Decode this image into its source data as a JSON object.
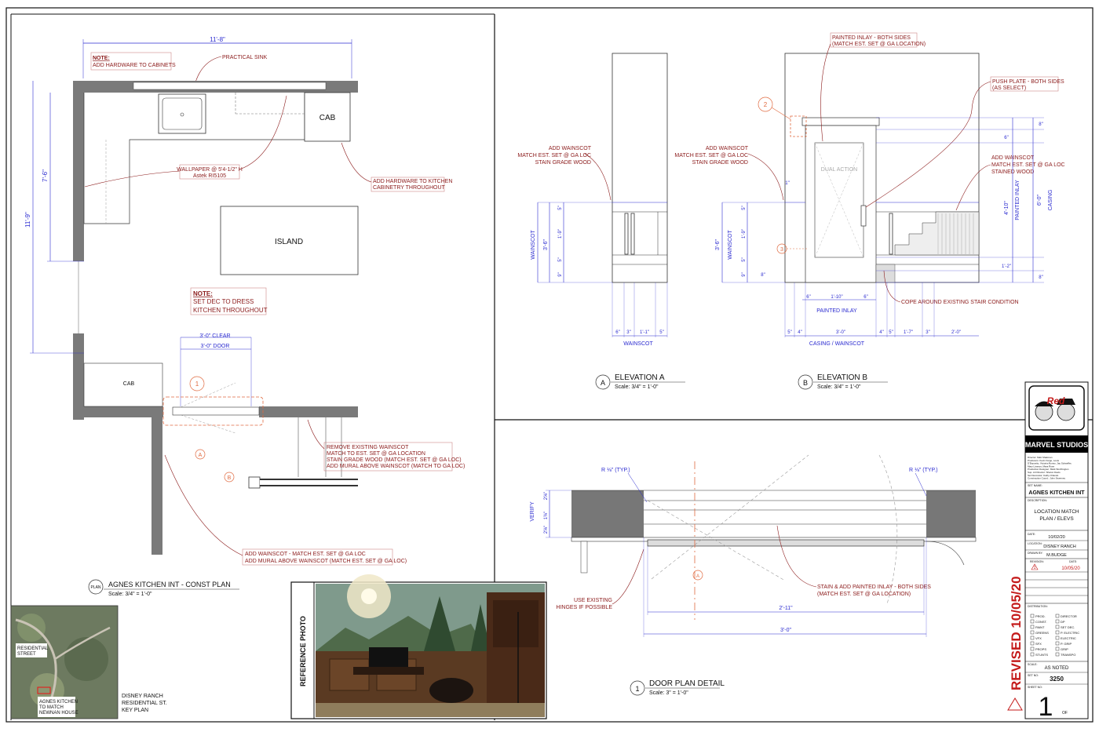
{
  "plan": {
    "overall_width": "11'-8\"",
    "side_dim": "11'-9\"",
    "side_dim_upper": "7'-6\"",
    "note1_title": "NOTE:",
    "note1_text": "ADD HARDWARE TO CABINETS",
    "practical_sink": "PRACTICAL SINK",
    "cab_label": "CAB",
    "cab_label_lower": "CAB",
    "wallpaper_line1": "WALLPAPER @ 5'4-1/2\" H",
    "wallpaper_line2": "Astek RI5105",
    "hardware_line1": "ADD HARDWARE TO KITCHEN",
    "hardware_line2": "CABINETRY THROUGHOUT",
    "island": "ISLAND",
    "note2_title": "NOTE:",
    "note2_line1": "SET DEC TO DRESS",
    "note2_line2": "KITCHEN THROUGHOUT",
    "door_clear": "3'-0\" CLEAR",
    "door_size": "3'-0\" DOOR",
    "door_tag": "1",
    "remove_line1": "REMOVE EXISTING WAINSCOT",
    "remove_line2": "MATCH TO EST. SET @ GA LOCATION",
    "remove_line3": "STAIN GRADE WOOD (MATCH EST. SET @ GA LOC)",
    "remove_line4": "ADD MURAL ABOVE WAINSCOT (MATCH TO GA LOC)",
    "marker_a": "A",
    "marker_b": "B",
    "add_wainscot_line1": "ADD WAINSCOT - MATCH EST. SET @ GA LOC",
    "add_wainscot_line2": "ADD MURAL ABOVE WAINSCOT (MATCH EST. SET @ GA LOC)",
    "plan_tag": "PLAN",
    "title": "AGNES KITCHEN INT - CONST PLAN",
    "scale": "Scale: 3/4\" = 1'-0\""
  },
  "keyplan": {
    "street_line1": "RESIDENTIAL",
    "street_line2": "STREET",
    "target_line1": "AGNES KITCHEN",
    "target_line2": "TO MATCH",
    "target_line3": "NEWNAN HOUSE",
    "caption_line1": "DISNEY RANCH",
    "caption_line2": "RESIDENTIAL ST.",
    "caption_line3": "KEY PLAN"
  },
  "reference": {
    "label": "REFERENCE PHOTO"
  },
  "elev_a": {
    "tag": "A",
    "title": "ELEVATION A",
    "scale": "Scale: 3/4\" = 1'-0\"",
    "note_line1": "ADD WAINSCOT",
    "note_line2": "MATCH EST. SET @ GA LOC",
    "note_line3": "STAIN GRADE WOOD",
    "wainscot_vertical": "WAINSCOT",
    "dim_height": "3'-6\"",
    "dim_mid": "1'-9\"",
    "dim_top": "5\"",
    "dim_lower": "5\"",
    "dim_base": "9\"",
    "dim_b1": "6\"",
    "dim_b2": "3\"",
    "dim_b3": "1'-1\"",
    "dim_b4": "5\"",
    "bottom_label": "WAINSCOT"
  },
  "elev_b": {
    "tag": "B",
    "title": "ELEVATION B",
    "scale": "Scale: 3/4\" = 1'-0\"",
    "inlay_line1": "PAINTED INLAY - BOTH SIDES",
    "inlay_line2": "(MATCH EST. SET @ GA LOCATION)",
    "push_line1": "PUSH PLATE - BOTH SIDES",
    "push_line2": "(AS SELECT)",
    "note_line1": "ADD WAINSCOT",
    "note_line2": "MATCH EST. SET @ GA LOC",
    "note_line3": "STAIN GRADE WOOD",
    "right_note_line1": "ADD WAINSCOT",
    "right_note_line2": "MATCH EST. SET @ GA LOC",
    "right_note_line3": "STAINED WOOD",
    "dual_action": "DUAL ACTION",
    "tag2": "2",
    "tag3": "3",
    "cope": "COPE AROUND EXISTING STAIR CONDITION",
    "painted_inlay_bottom": "PAINTED INLAY",
    "painted_inlay_vertical": "PAINTED INLAY",
    "casing_vertical": "CASING",
    "wainscot_vertical": "WAINSCOT",
    "casing_wainscot": "CASING / WAINSCOT",
    "dim_height": "3'-6\"",
    "dim_mid": "1'-9\"",
    "dim_top": "5\"",
    "dim_lower": "5\"",
    "dim_base": "9\"",
    "dim_base2": "8\"",
    "dim_casing_top": "1\"",
    "dim_inlay": "1'-10\"",
    "dim_6a": "6\"",
    "dim_6b": "6\"",
    "dim_right_1": "8\"",
    "dim_right_2": "6\"",
    "dim_right_3": "4'-10\"",
    "dim_right_4": "6'-0\"",
    "dim_right_5": "1'-2\"",
    "dim_right_6": "8\"",
    "dim_b1": "5\"",
    "dim_b2": "4\"",
    "dim_b3": "3'-0\"",
    "dim_b4": "4\"",
    "dim_b5": "5\"",
    "dim_b6": "1'-7\"",
    "dim_b7": "3\"",
    "dim_b8": "2'-0\""
  },
  "door": {
    "tag": "1",
    "title": "DOOR PLAN DETAIL",
    "scale": "Scale: 3\" = 1'-0\"",
    "r_left": "R ⅛\" (TYP.)",
    "r_right": "R ⅛\" (TYP.)",
    "verify": "VERIFY",
    "dim_1": "2⅝\"",
    "dim_2": "1⅜\"",
    "dim_3": "2⅝\"",
    "hinges_line1": "USE EXISTING",
    "hinges_line2": "HINGES IF POSSIBLE",
    "stain_line1": "STAIN & ADD PAINTED INLAY - BOTH SIDES",
    "stain_line2": "(MATCH EST. SET @ GA LOCATION)",
    "dim_inner": "2'-11\"",
    "dim_outer": "3'-0\"",
    "cut_marker": "A"
  },
  "titleblock": {
    "logo_text": "Red",
    "studio": "MARVEL STUDIOS",
    "credits": [
      "Director: Matt Shakman",
      "Producers: Kevin Feige, Louis",
      "D'Esposito, Victoria Alonso, Jac Schaeffer,",
      "Mary Livanos, Mara Rose",
      "Production Designer: Mark Worthington",
      "Sup. Art Director: Sharon Davis",
      "Set Decorator: Kathy Orlando",
      "Construction Coord.: John Sweeney"
    ],
    "set_name_label": "SET NAME:",
    "set_name": "AGNES KITCHEN INT",
    "description_label": "DESCRIPTION:",
    "description_line1": "LOCATION MATCH",
    "description_line2": "PLAN / ELEVS",
    "date_label": "DATE:",
    "date": "10/02/20",
    "location_label": "LOCATION:",
    "location": "DISNEY RANCH",
    "drawn_label": "DRAWN BY:",
    "drawn": "M.BUDGE",
    "revision_label": "REVISION:",
    "revision_date_label": "DATE:",
    "revision_num": "1",
    "revision_date": "10/05/20",
    "distribution_label": "DISTRIBUTION:",
    "distribution_left": [
      "PROD.",
      "CONST.",
      "PAINT",
      "GREENS",
      "VFX",
      "SFX",
      "PROPS",
      "STUNTS"
    ],
    "distribution_right": [
      "DIRECTOR",
      "DP",
      "SET DEC.",
      "P. ELECTRIC",
      "ELECTRIC",
      "P. GRIP",
      "GRIP",
      "TRANSPO"
    ],
    "scale_label": "SCALE:",
    "scale": "AS NOTED",
    "set_no_label": "SET NO:",
    "set_no": "3250",
    "sheet_label": "SHEET NO:",
    "sheet": "1",
    "sheet_of": "OF",
    "revised": "REVISED 10/05/20"
  },
  "colors": {
    "note_red": "#8b1a1a",
    "dim_blue": "#2b2bd0",
    "tag_orange": "#e06a40",
    "wall_gray": "#7a7a7a"
  }
}
